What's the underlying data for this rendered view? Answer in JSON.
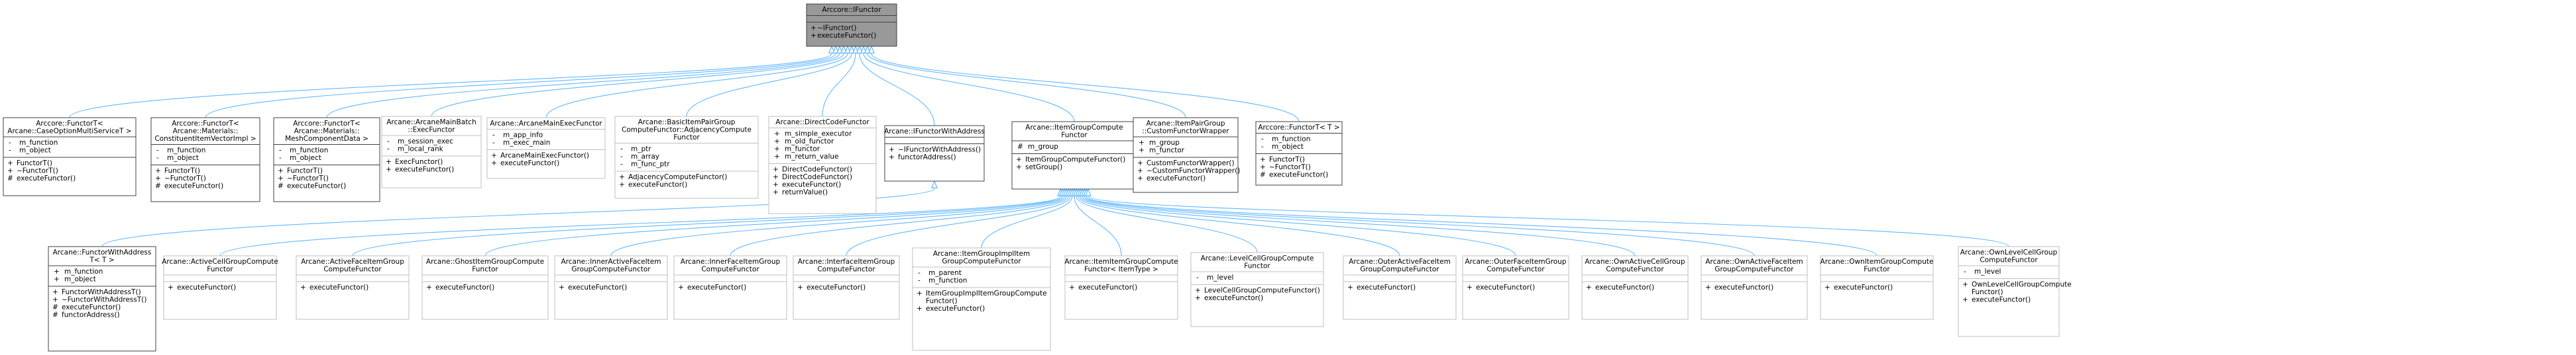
{
  "colors": {
    "edge": "#63b8ff",
    "box_border_strong": "#404040",
    "box_border_light": "#bfbfbf",
    "root_fill": "#999999",
    "box_fill": "#ffffff"
  },
  "root": {
    "title": [
      "Arccore::IFunctor"
    ],
    "attrs": [],
    "methods": [
      [
        "+",
        "~IFunctor()"
      ],
      [
        "+",
        "executeFunctor()"
      ]
    ]
  },
  "level1": [
    {
      "title": [
        "Arccore::FunctorT<",
        "Arcane::CaseOptionMultiServiceT >"
      ],
      "attrs": [
        [
          "-",
          "m_function"
        ],
        [
          "-",
          "m_object"
        ]
      ],
      "methods": [
        [
          "+",
          "FunctorT()"
        ],
        [
          "+",
          "~FunctorT()"
        ],
        [
          "#",
          "executeFunctor()"
        ]
      ]
    },
    {
      "title": [
        "Arccore::FunctorT<",
        "Arcane::Materials::",
        "ConstituentItemVectorImpl >"
      ],
      "attrs": [
        [
          "-",
          "m_function"
        ],
        [
          "-",
          "m_object"
        ]
      ],
      "methods": [
        [
          "+",
          "FunctorT()"
        ],
        [
          "+",
          "~FunctorT()"
        ],
        [
          "#",
          "executeFunctor()"
        ]
      ]
    },
    {
      "title": [
        "Arccore::FunctorT<",
        "Arcane::Materials::",
        "MeshComponentData >"
      ],
      "attrs": [
        [
          "-",
          "m_function"
        ],
        [
          "-",
          "m_object"
        ]
      ],
      "methods": [
        [
          "+",
          "FunctorT()"
        ],
        [
          "+",
          "~FunctorT()"
        ],
        [
          "#",
          "executeFunctor()"
        ]
      ]
    },
    {
      "title": [
        "Arcane::ArcaneMainBatch",
        "::ExecFunctor"
      ],
      "attrs": [
        [
          "-",
          "m_session_exec"
        ],
        [
          "-",
          "m_local_rank"
        ]
      ],
      "methods": [
        [
          "+",
          "ExecFunctor()"
        ],
        [
          "+",
          "executeFunctor()"
        ]
      ]
    },
    {
      "title": [
        "Arcane::ArcaneMainExecFunctor"
      ],
      "attrs": [
        [
          "-",
          "m_app_info"
        ],
        [
          "-",
          "m_exec_main"
        ]
      ],
      "methods": [
        [
          "+",
          "ArcaneMainExecFunctor()"
        ],
        [
          "+",
          "executeFunctor()"
        ]
      ]
    },
    {
      "title": [
        "Arcane::BasicItemPairGroup",
        "ComputeFunctor::AdjacencyCompute",
        "Functor"
      ],
      "attrs": [
        [
          "-",
          "m_ptr"
        ],
        [
          "-",
          "m_array"
        ],
        [
          "-",
          "m_func_ptr"
        ]
      ],
      "methods": [
        [
          "+",
          "AdjacencyComputeFunctor()"
        ],
        [
          "+",
          "executeFunctor()"
        ]
      ]
    },
    {
      "title": [
        "Arcane::DirectCodeFunctor"
      ],
      "attrs": [
        [
          "+",
          "m_simple_executor"
        ],
        [
          "+",
          "m_old_functor"
        ],
        [
          "+",
          "m_functor"
        ],
        [
          "+",
          "m_return_value"
        ]
      ],
      "methods": [
        [
          "+",
          "DirectCodeFunctor()"
        ],
        [
          "+",
          "DirectCodeFunctor()"
        ],
        [
          "+",
          "executeFunctor()"
        ],
        [
          "+",
          "returnValue()"
        ]
      ]
    },
    {
      "title": [
        "Arcane::IFunctorWithAddress"
      ],
      "attrs": [],
      "methods": [
        [
          "+",
          "~IFunctorWithAddress()"
        ],
        [
          "+",
          "functorAddress()"
        ]
      ]
    },
    {
      "title": [
        "Arcane::ItemGroupCompute",
        "Functor"
      ],
      "attrs": [
        [
          "#",
          "m_group"
        ]
      ],
      "methods": [
        [
          "+",
          "ItemGroupComputeFunctor()"
        ],
        [
          "+",
          "setGroup()"
        ]
      ]
    },
    {
      "title": [
        "Arcane::ItemPairGroup",
        "::CustomFunctorWrapper"
      ],
      "attrs": [
        [
          "+",
          "m_group"
        ],
        [
          "+",
          "m_functor"
        ]
      ],
      "methods": [
        [
          "+",
          "CustomFunctorWrapper()"
        ],
        [
          "+",
          "~CustomFunctorWrapper()"
        ],
        [
          "+",
          "executeFunctor()"
        ]
      ]
    },
    {
      "title": [
        "Arccore::FunctorT< T >"
      ],
      "attrs": [
        [
          "-",
          "m_function"
        ],
        [
          "-",
          "m_object"
        ]
      ],
      "methods": [
        [
          "+",
          "FunctorT()"
        ],
        [
          "+",
          "~FunctorT()"
        ],
        [
          "#",
          "executeFunctor()"
        ]
      ]
    }
  ],
  "level2": [
    {
      "parent": 7,
      "title": [
        "Arcane::FunctorWithAddress",
        "T< T >"
      ],
      "attrs": [
        [
          "+",
          "m_function"
        ],
        [
          "+",
          "m_object"
        ]
      ],
      "methods": [
        [
          "+",
          "FunctorWithAddressT()"
        ],
        [
          "+",
          "~FunctorWithAddressT()"
        ],
        [
          "#",
          "executeFunctor()"
        ],
        [
          "#",
          "functorAddress()"
        ]
      ]
    },
    {
      "parent": 8,
      "title": [
        "Arcane::ActiveCellGroupCompute",
        "Functor"
      ],
      "attrs": [],
      "methods": [
        [
          "+",
          "executeFunctor()"
        ]
      ]
    },
    {
      "parent": 8,
      "title": [
        "Arcane::ActiveFaceItemGroup",
        "ComputeFunctor"
      ],
      "attrs": [],
      "methods": [
        [
          "+",
          "executeFunctor()"
        ]
      ]
    },
    {
      "parent": 8,
      "title": [
        "Arcane::GhostItemGroupCompute",
        "Functor"
      ],
      "attrs": [],
      "methods": [
        [
          "+",
          "executeFunctor()"
        ]
      ]
    },
    {
      "parent": 8,
      "title": [
        "Arcane::InnerActiveFaceItem",
        "GroupComputeFunctor"
      ],
      "attrs": [],
      "methods": [
        [
          "+",
          "executeFunctor()"
        ]
      ]
    },
    {
      "parent": 8,
      "title": [
        "Arcane::InnerFaceItemGroup",
        "ComputeFunctor"
      ],
      "attrs": [],
      "methods": [
        [
          "+",
          "executeFunctor()"
        ]
      ]
    },
    {
      "parent": 8,
      "title": [
        "Arcane::InterfaceItemGroup",
        "ComputeFunctor"
      ],
      "attrs": [],
      "methods": [
        [
          "+",
          "executeFunctor()"
        ]
      ]
    },
    {
      "parent": 8,
      "title": [
        "Arcane::ItemGroupImplItem",
        "GroupComputeFunctor"
      ],
      "attrs": [
        [
          "-",
          "m_parent"
        ],
        [
          "-",
          "m_function"
        ]
      ],
      "methods": [
        [
          "+",
          "ItemGroupImplItemGroupCompute",
          "Functor()"
        ],
        [
          "+",
          "executeFunctor()"
        ]
      ]
    },
    {
      "parent": 8,
      "title": [
        "Arcane::ItemItemGroupCompute",
        "Functor< ItemType >"
      ],
      "attrs": [],
      "methods": [
        [
          "+",
          "executeFunctor()"
        ]
      ]
    },
    {
      "parent": 8,
      "title": [
        "Arcane::LevelCellGroupCompute",
        "Functor"
      ],
      "attrs": [
        [
          "-",
          "m_level"
        ]
      ],
      "methods": [
        [
          "+",
          "LevelCellGroupComputeFunctor()"
        ],
        [
          "+",
          "executeFunctor()"
        ]
      ]
    },
    {
      "parent": 8,
      "title": [
        "Arcane::OuterActiveFaceItem",
        "GroupComputeFunctor"
      ],
      "attrs": [],
      "methods": [
        [
          "+",
          "executeFunctor()"
        ]
      ]
    },
    {
      "parent": 8,
      "title": [
        "Arcane::OuterFaceItemGroup",
        "ComputeFunctor"
      ],
      "attrs": [],
      "methods": [
        [
          "+",
          "executeFunctor()"
        ]
      ]
    },
    {
      "parent": 8,
      "title": [
        "Arcane::OwnActiveCellGroup",
        "ComputeFunctor"
      ],
      "attrs": [],
      "methods": [
        [
          "+",
          "executeFunctor()"
        ]
      ]
    },
    {
      "parent": 8,
      "title": [
        "Arcane::OwnActiveFaceItem",
        "GroupComputeFunctor"
      ],
      "attrs": [],
      "methods": [
        [
          "+",
          "executeFunctor()"
        ]
      ]
    },
    {
      "parent": 8,
      "title": [
        "Arcane::OwnItemGroupCompute",
        "Functor"
      ],
      "attrs": [],
      "methods": [
        [
          "+",
          "executeFunctor()"
        ]
      ]
    },
    {
      "parent": 8,
      "title": [
        "Arcane::OwnLevelCellGroup",
        "ComputeFunctor"
      ],
      "attrs": [
        [
          "-",
          "m_level"
        ]
      ],
      "methods": [
        [
          "+",
          "OwnLevelCellGroupCompute",
          "Functor()"
        ],
        [
          "+",
          "executeFunctor()"
        ]
      ]
    }
  ]
}
